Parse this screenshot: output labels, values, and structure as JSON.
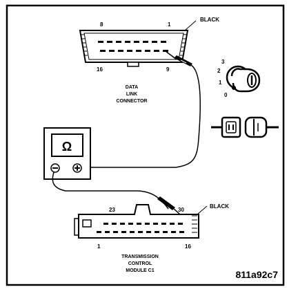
{
  "figure_id": "811a92c7",
  "data_link_connector": {
    "caption_lines": [
      "DATA",
      "LINK",
      "CONNECTOR"
    ],
    "color_label": "BLACK",
    "pin_top_left": "8",
    "pin_top_right": "1",
    "pin_bottom_left": "16",
    "pin_bottom_right": "9"
  },
  "ignition_switch": {
    "positions": [
      "3",
      "2",
      "1",
      "0"
    ]
  },
  "ohmmeter": {
    "display_symbol": "Ω",
    "neg_terminal": "⊖",
    "pos_terminal": "⊕"
  },
  "tcm_connector": {
    "caption_lines": [
      "TRANSMISSION",
      "CONTROL",
      "MODULE C1"
    ],
    "color_label": "BLACK",
    "pin_top_left": "23",
    "pin_top_right": "30",
    "pin_bottom_left": "1",
    "pin_bottom_right": "16"
  },
  "colors": {
    "ink": "#000000",
    "paper": "#ffffff"
  }
}
